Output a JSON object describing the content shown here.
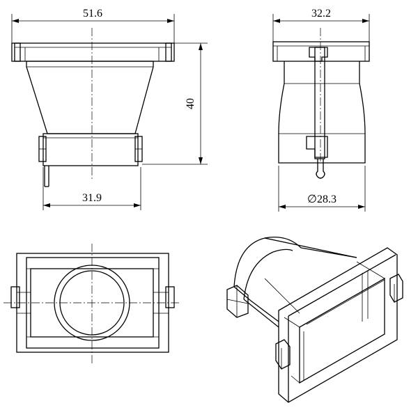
{
  "drawing": {
    "dimensions": {
      "front_top_width": "51.6",
      "front_height": "40",
      "front_bottom_width": "31.9",
      "side_top_width": "32.2",
      "side_diameter": "∅28.3"
    },
    "line_color": "#000000",
    "background": "#ffffff"
  }
}
